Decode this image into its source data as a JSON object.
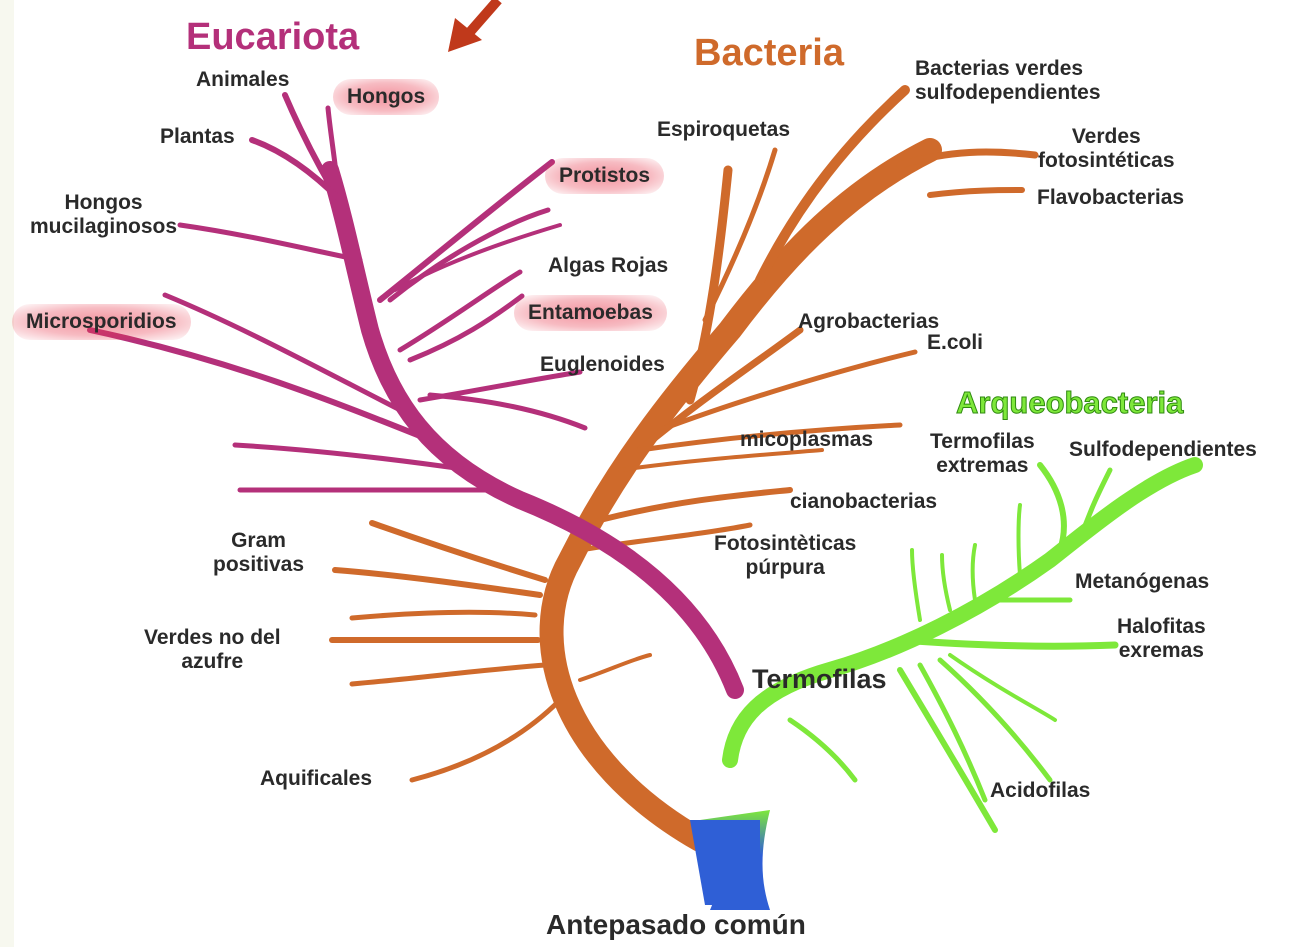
{
  "colors": {
    "eucariota": "#b4307a",
    "bacteria": "#cf6a2b",
    "arqueobacteria": "#7ee83a",
    "root": "#2f5fd6",
    "arrow": "#c0391b",
    "highlight": "#e83c50"
  },
  "groups": {
    "eucariota": "Eucariota",
    "bacteria": "Bacteria",
    "arqueobacteria": "Arqueobacteria",
    "termofilas": "Termofilas",
    "ancestor": "Antepasado común"
  },
  "eucariota_labels": {
    "animales": "Animales",
    "hongos": "Hongos",
    "plantas": "Plantas",
    "protistos": "Protistos",
    "hongos_muc": "Hongos\nmucilaginosos",
    "algas_rojas": "Algas Rojas",
    "microsporidios": "Microsporidios",
    "entamoebas": "Entamoebas",
    "euglenoides": "Euglenoides"
  },
  "bacteria_labels": {
    "verdes_sulfo": "Bacterias verdes\nsulfodependientes",
    "espiroquetas": "Espiroquetas",
    "verdes_foto": "Verdes\nfotosintéticas",
    "flavobacterias": "Flavobacterias",
    "agrobacterias": "Agrobacterias",
    "ecoli": "E.coli",
    "micoplasmas": "micoplasmas",
    "cianobacterias": "cianobacterias",
    "gram": "Gram\npositivas",
    "fotosinteticas": "Fotosintèticas\npúrpura",
    "verdes_no": "Verdes no del\nazufre",
    "aquificales": "Aquificales"
  },
  "archaea_labels": {
    "termofilas_ext": "Termofilas\nextremas",
    "sulfodependientes": "Sulfodependientes",
    "metanogenas": "Metanógenas",
    "halofitas": "Halofitas\nexremas",
    "acidofilas": "Acidofilas"
  }
}
